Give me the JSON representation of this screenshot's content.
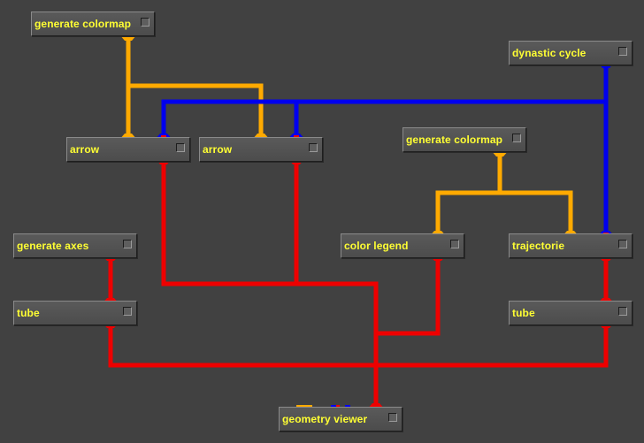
{
  "modules": [
    {
      "id": "gen-colormap-1",
      "label": "generate colormap"
    },
    {
      "id": "dynastic-cycle",
      "label": "dynastic cycle"
    },
    {
      "id": "arrow-1",
      "label": "arrow"
    },
    {
      "id": "arrow-2",
      "label": "arrow"
    },
    {
      "id": "gen-colormap-2",
      "label": "generate colormap"
    },
    {
      "id": "generate-axes",
      "label": "generate axes"
    },
    {
      "id": "color-legend",
      "label": "color legend"
    },
    {
      "id": "trajectorie",
      "label": "trajectorie"
    },
    {
      "id": "tube-1",
      "label": "tube"
    },
    {
      "id": "tube-2",
      "label": "tube"
    },
    {
      "id": "geometry-viewer",
      "label": "geometry viewer"
    }
  ],
  "colors": {
    "background": "#414141",
    "label": "#ffff33",
    "colormap_wire": "#ffaa00",
    "field_wire": "#0000ee",
    "geometry_wire": "#ee0000",
    "port_green": "#00cc00"
  },
  "connections": [
    {
      "from": "gen-colormap-1",
      "to": "arrow-1",
      "type": "colormap"
    },
    {
      "from": "gen-colormap-1",
      "to": "arrow-2",
      "type": "colormap"
    },
    {
      "from": "dynastic-cycle",
      "to": "arrow-1",
      "type": "field"
    },
    {
      "from": "dynastic-cycle",
      "to": "arrow-2",
      "type": "field"
    },
    {
      "from": "dynastic-cycle",
      "to": "trajectorie",
      "type": "field"
    },
    {
      "from": "gen-colormap-2",
      "to": "color-legend",
      "type": "colormap"
    },
    {
      "from": "gen-colormap-2",
      "to": "trajectorie",
      "type": "colormap"
    },
    {
      "from": "generate-axes",
      "to": "tube-1",
      "type": "geometry"
    },
    {
      "from": "trajectorie",
      "to": "tube-2",
      "type": "geometry"
    },
    {
      "from": "arrow-1",
      "to": "geometry-viewer",
      "type": "geometry"
    },
    {
      "from": "arrow-2",
      "to": "geometry-viewer",
      "type": "geometry"
    },
    {
      "from": "color-legend",
      "to": "geometry-viewer",
      "type": "geometry"
    },
    {
      "from": "tube-1",
      "to": "geometry-viewer",
      "type": "geometry"
    },
    {
      "from": "tube-2",
      "to": "geometry-viewer",
      "type": "geometry"
    }
  ]
}
